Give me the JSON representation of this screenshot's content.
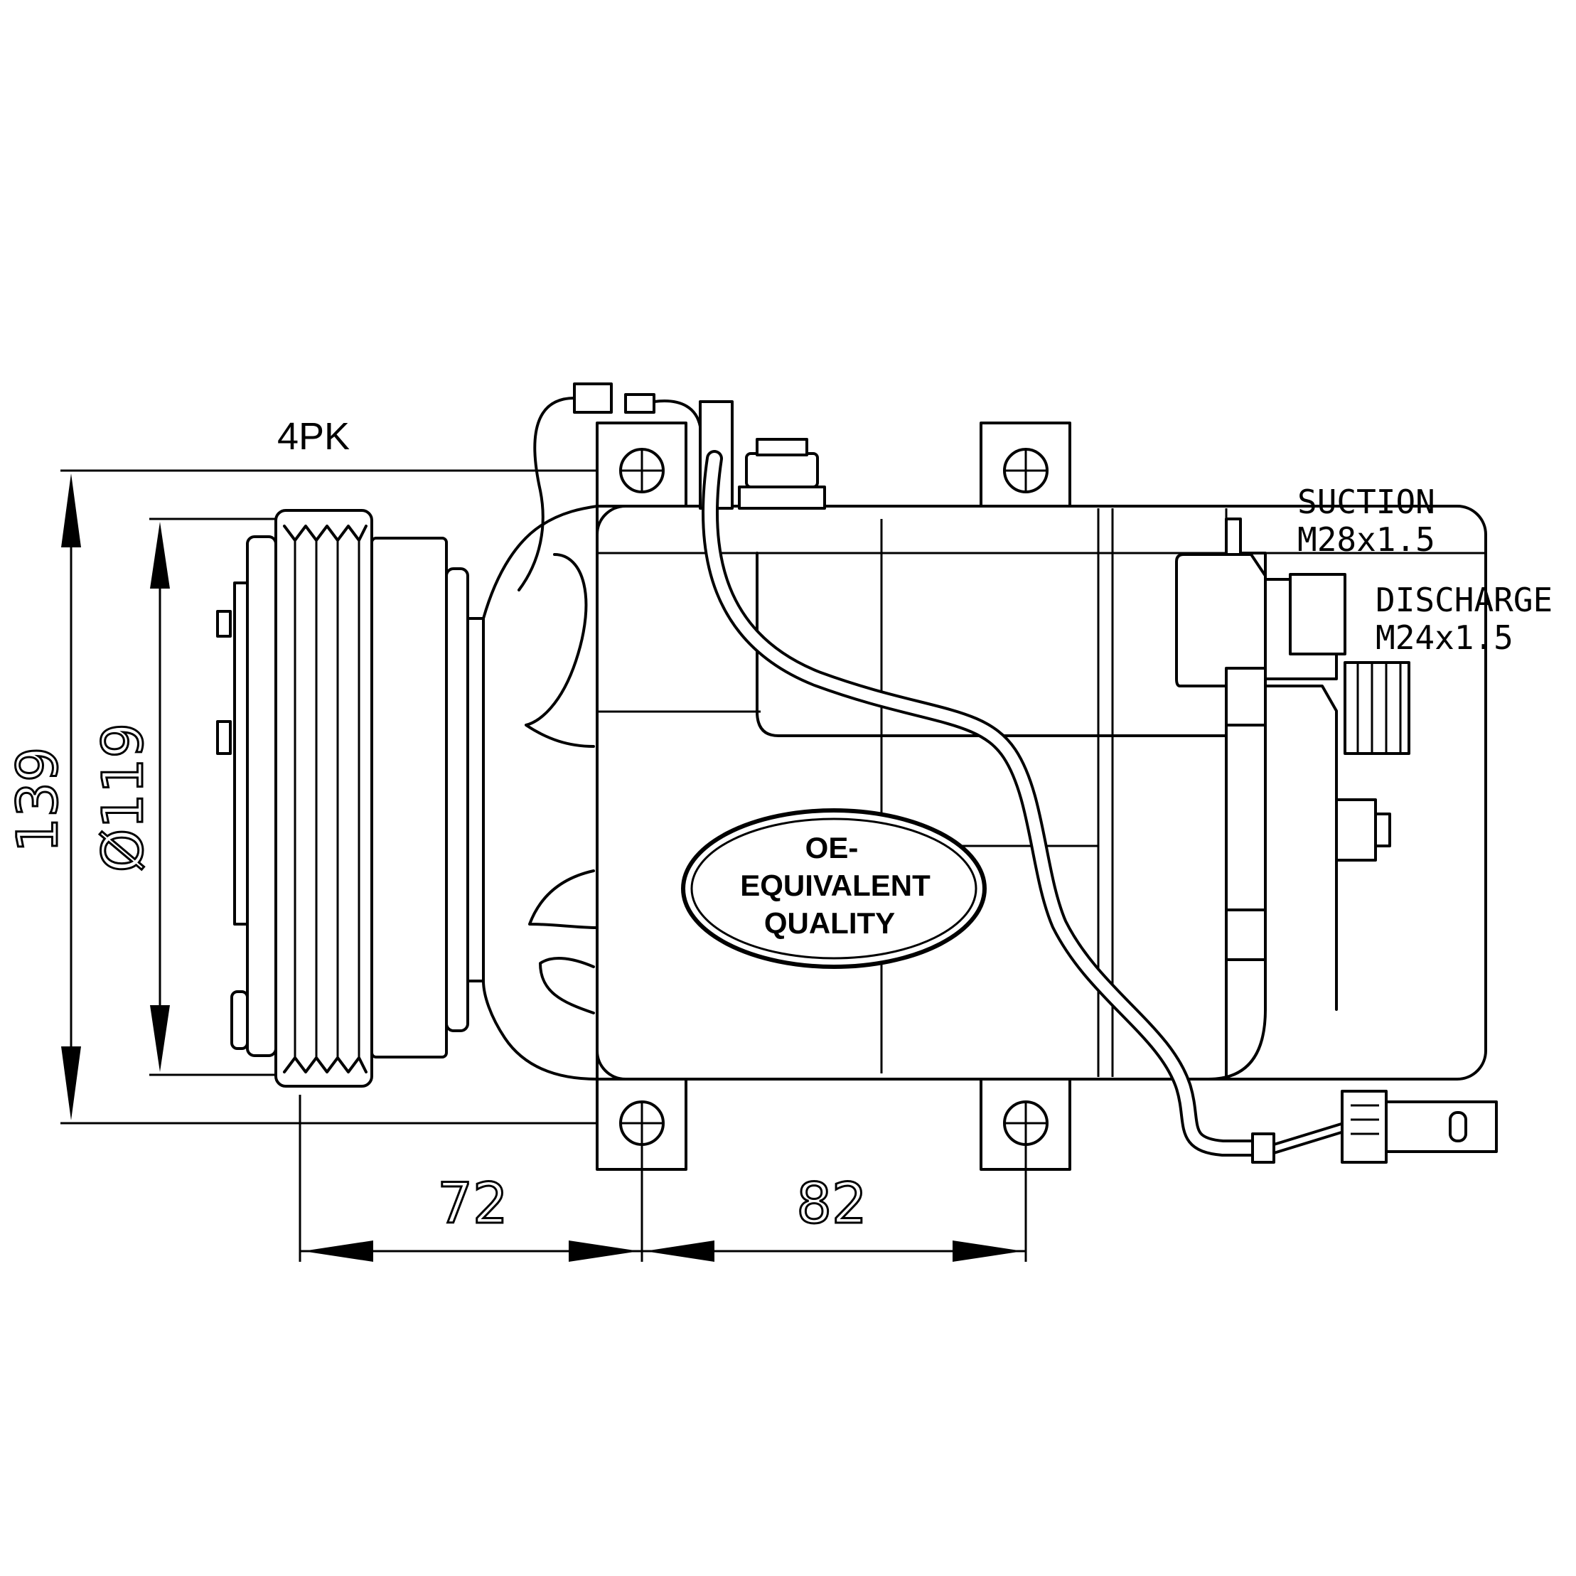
{
  "dimensions": {
    "overall_height": "139",
    "pulley_diameter": "Ø119",
    "pulley_to_mount": "72",
    "mount_spacing": "82"
  },
  "pulley": {
    "belt_type": "4PK"
  },
  "ports": {
    "suction": {
      "label": "SUCTION",
      "thread": "M28x1.5"
    },
    "discharge": {
      "label": "DISCHARGE",
      "thread": "M24x1.5"
    }
  },
  "badge": {
    "line1": "OE-",
    "line2": "EQUIVALENT",
    "line3": "QUALITY"
  }
}
